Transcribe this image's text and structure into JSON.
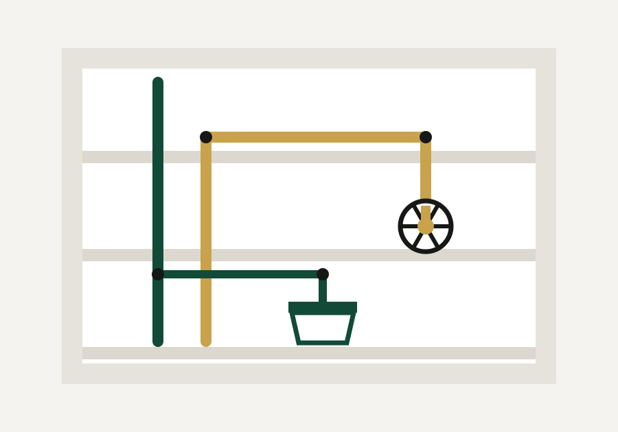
{
  "colors": {
    "page_background": "#f4f3ef",
    "frame": "#e6e3dc",
    "panel": "#ffffff",
    "shelf": "#dcd8cf",
    "green_pipe": "#114b38",
    "gold_pipe": "#c9a24c",
    "joint": "#161816",
    "wheel_rim": "#161816",
    "wheel_hub": "#c9a24c",
    "basin": "#114b38",
    "basin_fill": "#ffffff"
  },
  "diagram": {
    "elements": [
      {
        "name": "frame",
        "icon": "rectangle-frame"
      },
      {
        "name": "shelf-top",
        "icon": "horizontal-band"
      },
      {
        "name": "shelf-middle",
        "icon": "horizontal-band"
      },
      {
        "name": "shelf-bottom",
        "icon": "horizontal-band"
      },
      {
        "name": "green-pipe-vertical",
        "icon": "pipe"
      },
      {
        "name": "green-pipe-horizontal",
        "icon": "pipe"
      },
      {
        "name": "gold-pipe-vertical-left",
        "icon": "pipe"
      },
      {
        "name": "gold-pipe-horizontal-top",
        "icon": "pipe"
      },
      {
        "name": "gold-pipe-vertical-right",
        "icon": "pipe"
      },
      {
        "name": "valve-wheel",
        "icon": "valve-wheel-icon"
      },
      {
        "name": "basin",
        "icon": "basin-icon"
      }
    ]
  }
}
